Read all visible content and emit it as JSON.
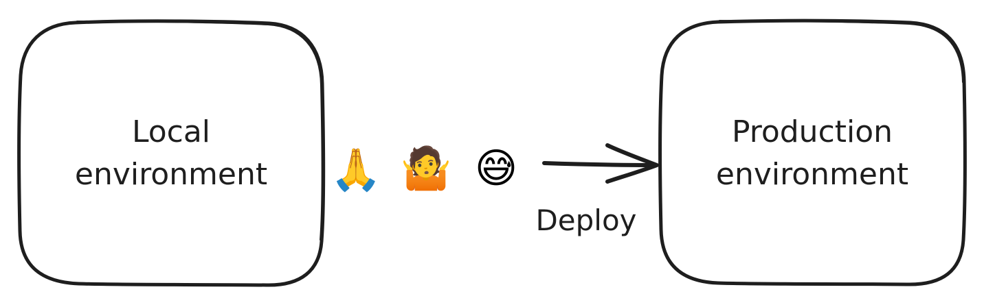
{
  "nodes": {
    "local": {
      "line1": "Local",
      "line2": "environment"
    },
    "production": {
      "line1": "Production",
      "line2": "environment"
    }
  },
  "edge": {
    "label": "Deploy"
  },
  "emojis": {
    "pray": "🙏",
    "shrug": "🤷",
    "sweat_smile": "😅"
  },
  "colors": {
    "stroke": "#1e1e1e",
    "background": "#ffffff"
  }
}
